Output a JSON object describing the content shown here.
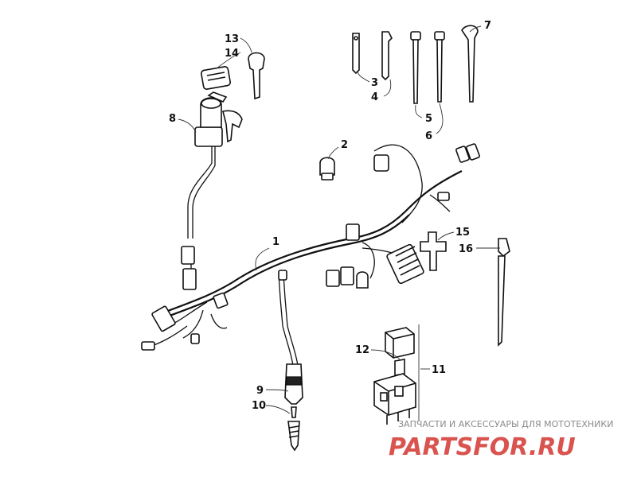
{
  "callouts": {
    "c1": "1",
    "c2": "2",
    "c3": "3",
    "c4": "4",
    "c5": "5",
    "c6": "6",
    "c7": "7",
    "c8": "8",
    "c9": "9",
    "c10": "10",
    "c11": "11",
    "c12": "12",
    "c13": "13",
    "c14": "14",
    "c15": "15",
    "c16": "16"
  },
  "watermark": {
    "text": "ЗАПЧАСТИ И АКСЕССУАРЫ ДЛЯ МОТОТЕХНИКИ",
    "logo": "PARTSFOR.RU"
  }
}
